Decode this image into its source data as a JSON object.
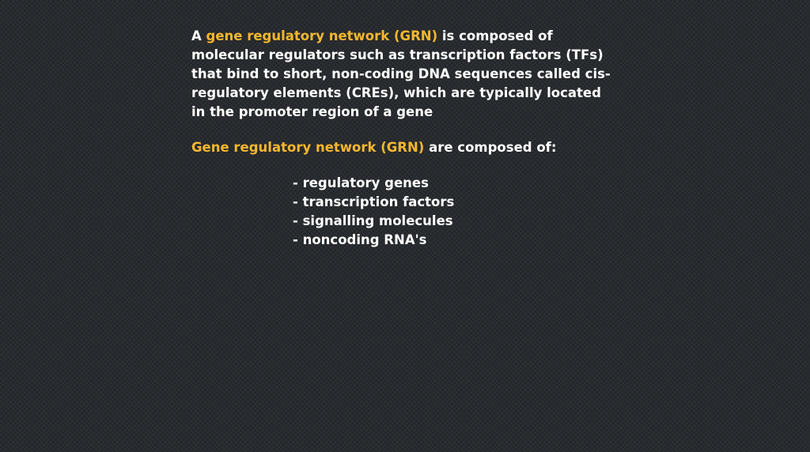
{
  "paragraph": {
    "p1": "A ",
    "highlight": "gene regulatory network (GRN)",
    "p2": " is composed of molecular regulators such as transcription factors (TFs) that bind to short, non-coding DNA sequences called cis-regulatory elements (CREs), which are typically located in the promoter region of a gene"
  },
  "heading": {
    "highlight": "Gene regulatory network (GRN)",
    "rest": " are composed of:"
  },
  "list": {
    "items": [
      "- regulatory genes",
      "- transcription factors",
      "- signalling molecules",
      "- noncoding RNA's"
    ]
  },
  "colors": {
    "background": "#24272b",
    "text": "#ffffff",
    "accent": "#f5b82e"
  }
}
